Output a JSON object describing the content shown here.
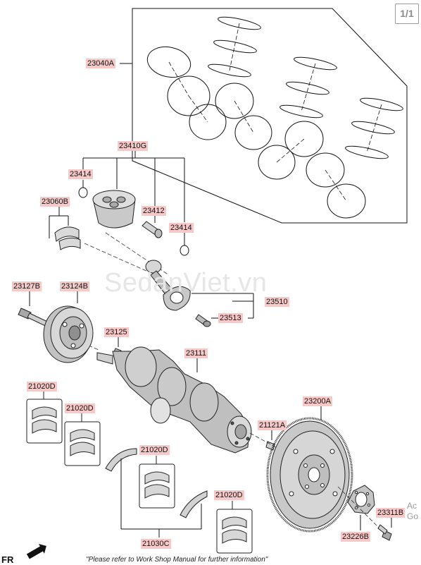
{
  "pager": "1/1",
  "watermark": "SedanViet.vn",
  "labels": {
    "l23040A": "23040A",
    "l23410G": "23410G",
    "l23414a": "23414",
    "l23060B": "23060B",
    "l23412": "23412",
    "l23414b": "23414",
    "l23127B": "23127B",
    "l23124B": "23124B",
    "l23510": "23510",
    "l23513": "23513",
    "l23125": "23125",
    "l23111": "23111",
    "l21020Da": "21020D",
    "l21020Db": "21020D",
    "l23200A": "23200A",
    "l21121A": "21121A",
    "l21020Dc": "21020D",
    "l21020Dd": "21020D",
    "l23311B": "23311B",
    "l23226B": "23226B",
    "l21030C": "21030C"
  },
  "footer": {
    "fr": "FR",
    "note": "\"Please refer to Work Shop Manual for further information\"",
    "activate_1": "Ac",
    "activate_2": "Go"
  }
}
